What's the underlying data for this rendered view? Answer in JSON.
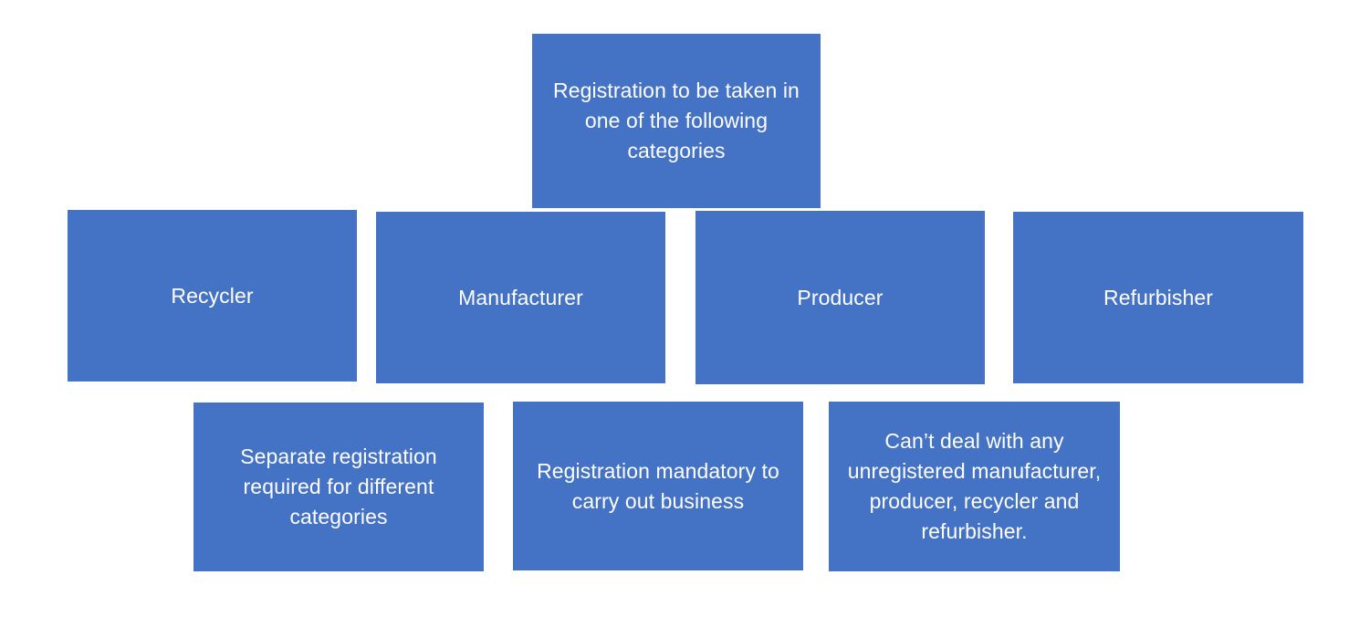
{
  "diagram": {
    "title": "Registration to be taken in one of the following categories",
    "background_color": "#FFFFFF",
    "node_fill_color": "#4472C4",
    "node_text_color": "#FFFFFF",
    "root": {
      "label": "Registration to be taken in one of the following categories"
    },
    "categories": [
      {
        "label": "Recycler"
      },
      {
        "label": "Manufacturer"
      },
      {
        "label": "Producer"
      },
      {
        "label": "Refurbisher"
      }
    ],
    "notes": [
      {
        "label": "Separate registration required for different categories"
      },
      {
        "label": "Registration mandatory to carry out business"
      },
      {
        "label": "Can’t deal with any unregistered manufacturer, producer, recycler and refurbisher."
      }
    ]
  }
}
